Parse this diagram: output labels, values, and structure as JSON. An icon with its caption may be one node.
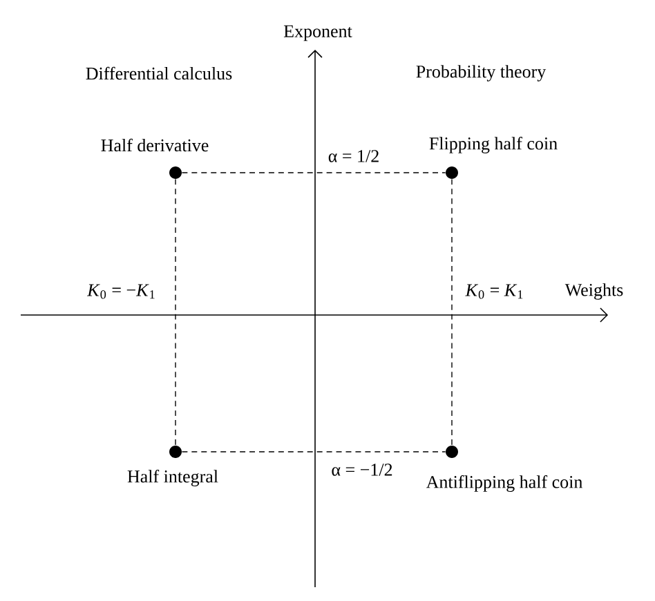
{
  "diagram": {
    "nodes": [
      {
        "text": [],
        "shape": "circle",
        "beside": [
          "Half derivative"
        ]
      },
      {
        "text": [],
        "shape": "circle",
        "beside": [
          "Flipping half coin"
        ]
      },
      {
        "text": [],
        "shape": "circle",
        "beside": [
          "Half integral"
        ]
      },
      {
        "text": [],
        "shape": "circle",
        "beside": [
          "Antiflipping half coin"
        ]
      }
    ],
    "edges": [
      {
        "from": 0,
        "to": 1,
        "arrow": "none",
        "style": "dashed"
      },
      {
        "from": 0,
        "to": 2,
        "arrow": "none",
        "style": "dashed"
      },
      {
        "from": 1,
        "to": 3,
        "arrow": "none",
        "style": "dashed"
      },
      {
        "from": 2,
        "to": 3,
        "arrow": "none",
        "style": "dashed"
      }
    ],
    "labels": [
      "Exponent",
      "Differential calculus",
      "Probability theory",
      "α = 1/2",
      "*K*$_{0}$ = −*K*$_{1}$",
      "*K*$_{0}$ = *K*$_{1}$",
      "Weights",
      "α = −1/2"
    ]
  }
}
